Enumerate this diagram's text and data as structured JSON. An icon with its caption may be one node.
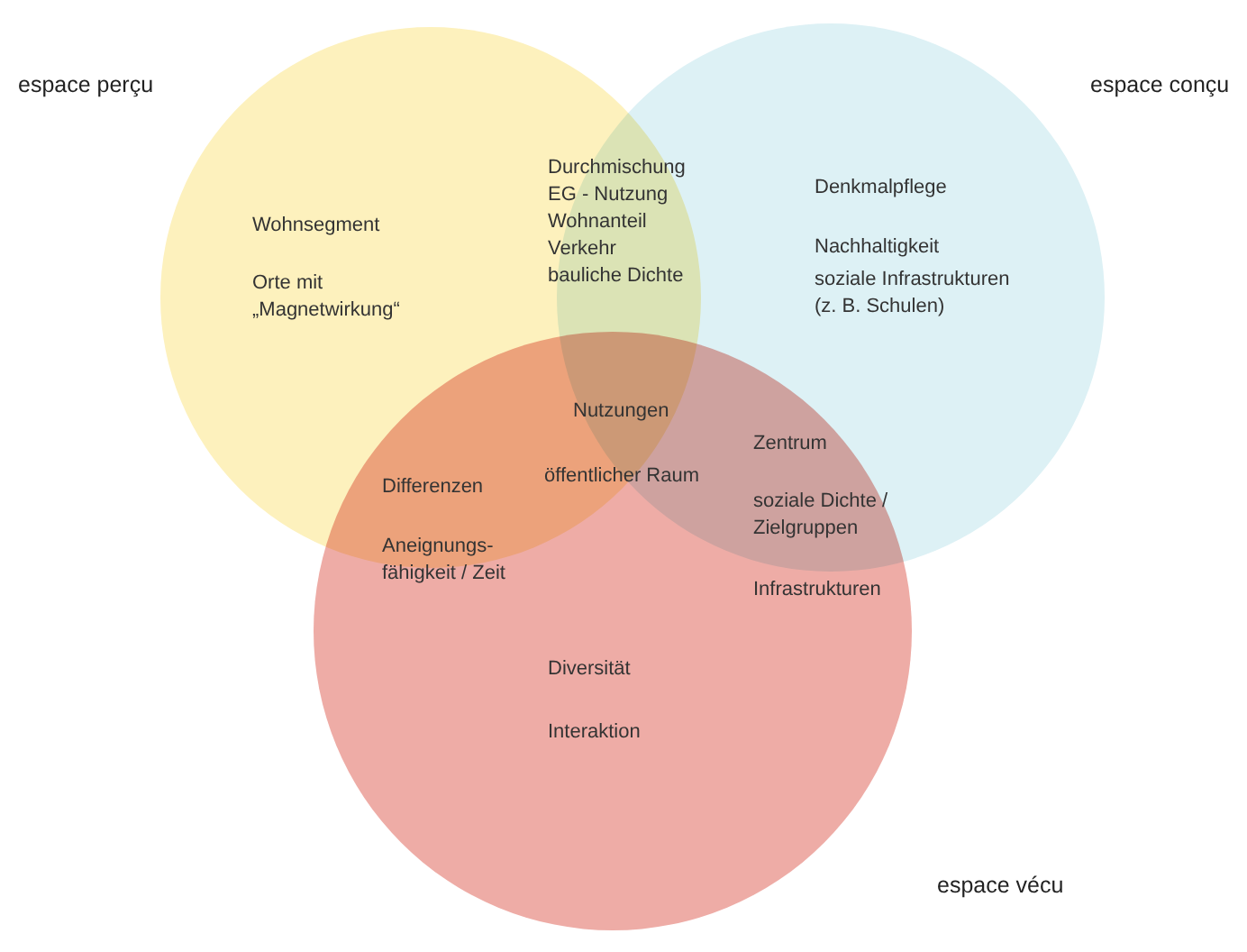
{
  "diagram": {
    "nodes": [
      {
        "text": [
          "espace perçu"
        ]
      },
      {
        "text": [
          "espace conçu"
        ]
      },
      {
        "text": [
          "espace vécu"
        ]
      }
    ],
    "labels": [
      "Wohnsegment",
      "Orte mit „Magnetwirkung“",
      "Durchmischung",
      "EG - Nutzung",
      "Wohnanteil",
      "Verkehr",
      "bauliche Dichte",
      "Denkmalpflege",
      "Nachhaltigkeit",
      "soziale Infrastrukturen (z. B. Schulen)",
      "Nutzungen",
      "öffentlicher Raum",
      "Zentrum",
      "Differenzen",
      "soziale Dichte / Zielgruppen",
      "Aneignungs- fähigkeit / Zeit",
      "Infrastrukturen",
      "Diversität",
      "Interaktion"
    ]
  }
}
